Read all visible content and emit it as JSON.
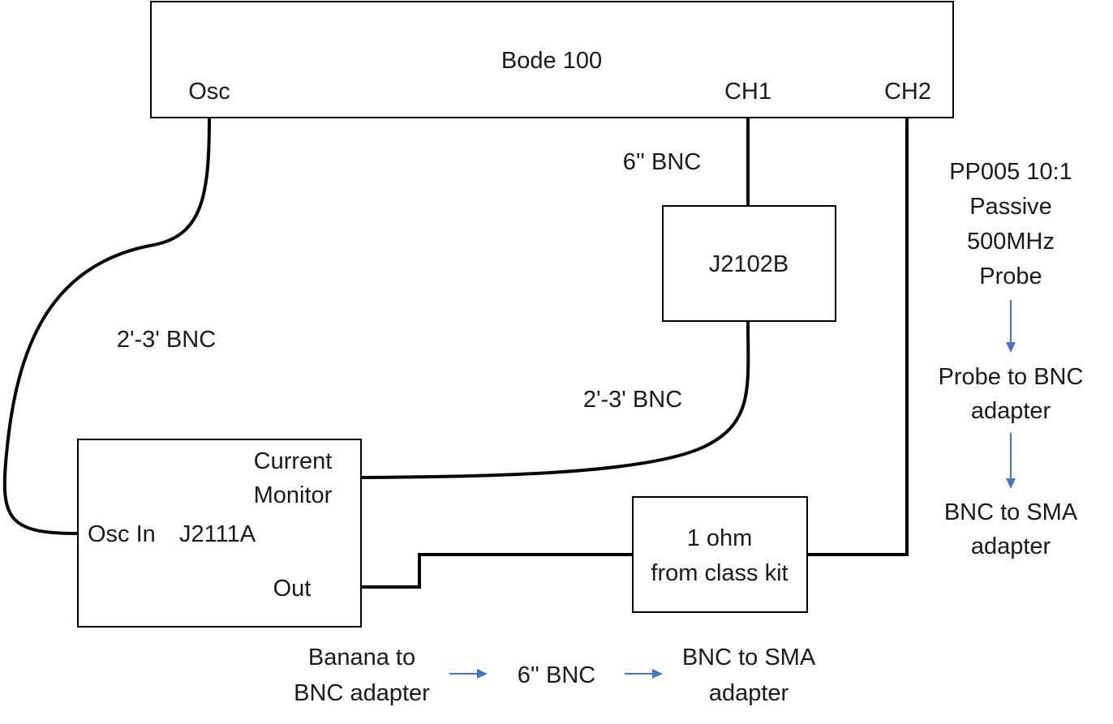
{
  "bode": {
    "title": "Bode 100",
    "osc": "Osc",
    "ch1": "CH1",
    "ch2": "CH2"
  },
  "j2102b": {
    "label": "J2102B"
  },
  "j2111a": {
    "current_line1": "Current",
    "current_line2": "Monitor",
    "osc_in": "Osc In",
    "name": "J2111A",
    "out": "Out"
  },
  "resistor": {
    "line1": "1 ohm",
    "line2": "from class kit"
  },
  "cables": {
    "ch1_cable": "6'' BNC",
    "osc_cable": "2'-3' BNC",
    "monitor_cable": "2'-3' BNC"
  },
  "probe_chain": {
    "probe_line1": "PP005 10:1",
    "probe_line2": "Passive",
    "probe_line3": "500MHz",
    "probe_line4": "Probe",
    "adapter1_line1": "Probe to BNC",
    "adapter1_line2": "adapter",
    "adapter2_line1": "BNC to SMA",
    "adapter2_line2": "adapter"
  },
  "out_chain": {
    "banana_line1": "Banana to",
    "banana_line2": "BNC adapter",
    "bnc": "6'' BNC",
    "sma_line1": "BNC to SMA",
    "sma_line2": "adapter"
  },
  "colors": {
    "arrow": "#4472c4",
    "line": "#000000"
  }
}
